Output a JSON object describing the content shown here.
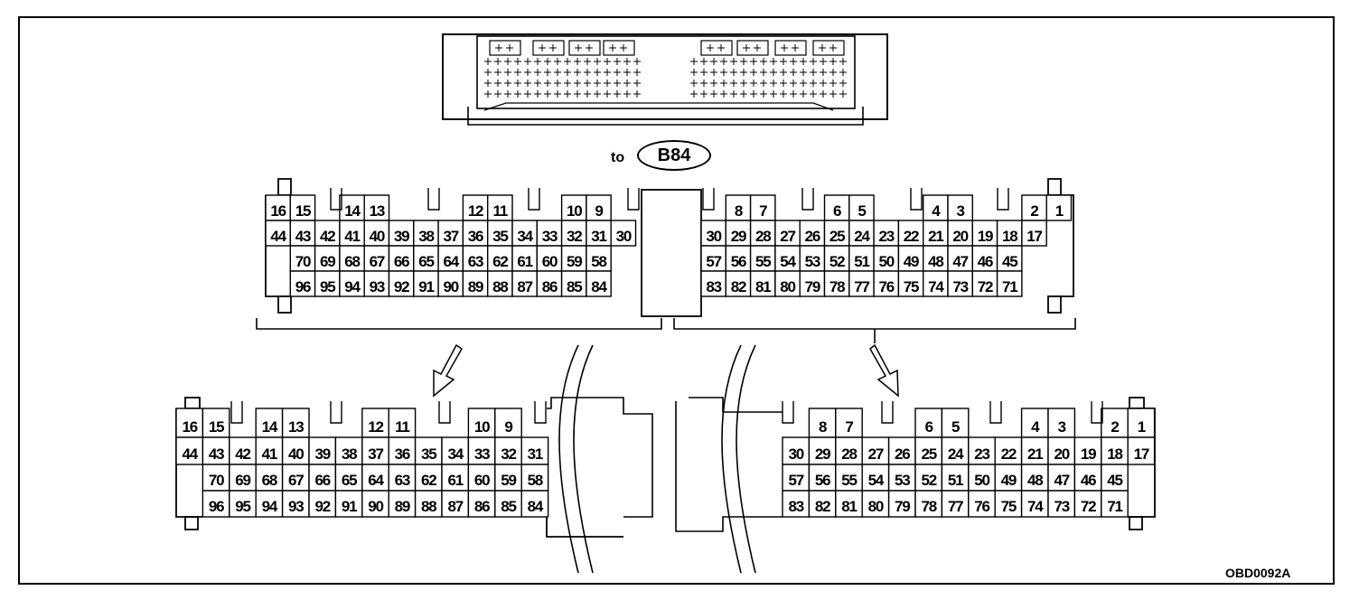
{
  "header": {
    "to_label": "to",
    "connector_id": "B84"
  },
  "footer": {
    "code": "OBD0092A"
  },
  "rows": {
    "r1": [
      "16",
      "15",
      "14",
      "13",
      "12",
      "11",
      "10",
      "9",
      "8",
      "7",
      "6",
      "5",
      "4",
      "3",
      "2",
      "1"
    ],
    "r2": [
      "44",
      "43",
      "42",
      "41",
      "40",
      "39",
      "38",
      "37",
      "36",
      "35",
      "34",
      "33",
      "32",
      "31",
      "30",
      "29",
      "28",
      "27",
      "26",
      "25",
      "24",
      "23",
      "22",
      "21",
      "20",
      "19",
      "18",
      "17"
    ],
    "r3": [
      "70",
      "69",
      "68",
      "67",
      "66",
      "65",
      "64",
      "63",
      "62",
      "61",
      "60",
      "59",
      "58",
      "57",
      "56",
      "55",
      "54",
      "53",
      "52",
      "51",
      "50",
      "49",
      "48",
      "47",
      "46",
      "45"
    ],
    "r4": [
      "96",
      "95",
      "94",
      "93",
      "92",
      "91",
      "90",
      "89",
      "88",
      "87",
      "86",
      "85",
      "84",
      "83",
      "82",
      "81",
      "80",
      "79",
      "78",
      "77",
      "76",
      "75",
      "74",
      "73",
      "72",
      "71"
    ]
  }
}
